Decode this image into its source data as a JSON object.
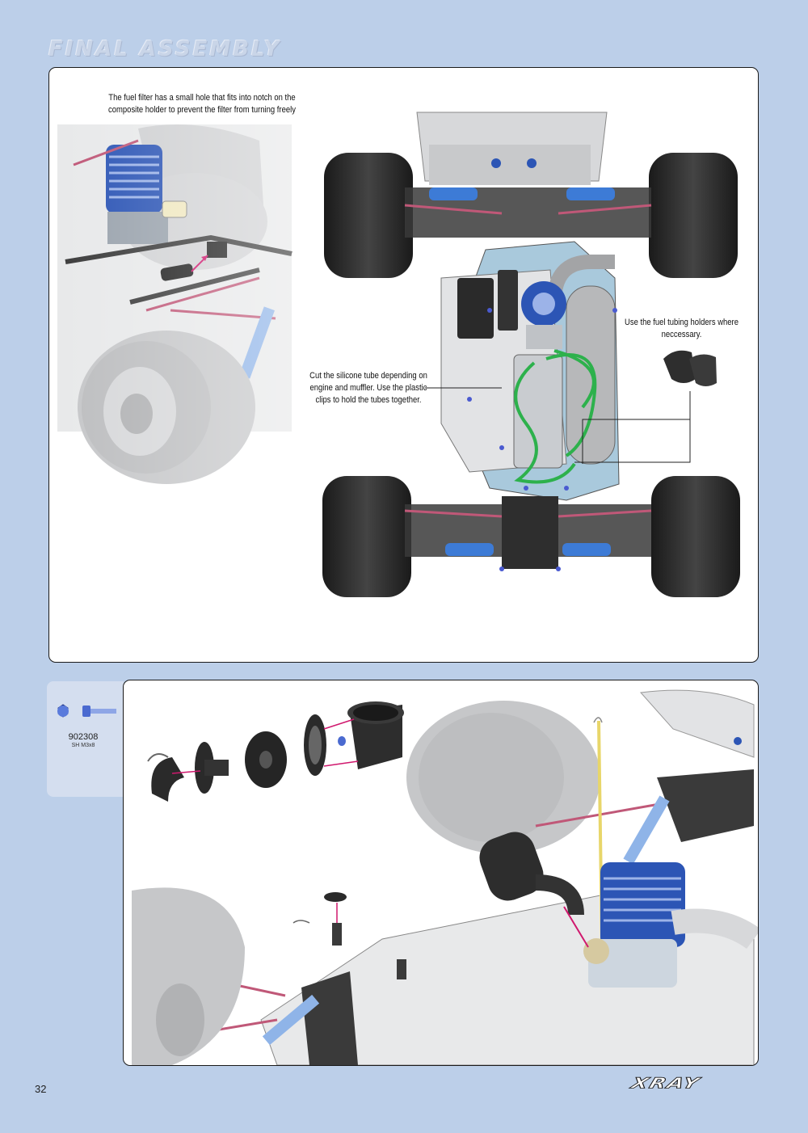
{
  "header": {
    "title": "FINAL ASSEMBLY"
  },
  "top_panel": {
    "callouts": {
      "fuel_filter": "The fuel filter has a small hole that fits into notch on the composite holder to prevent the filter from turning freely",
      "silicone_tube": "Cut the silicone tube depending on engine and muffler. Use the plastic clips to hold the tubes together.",
      "tubing_holders": "Use the fuel tubing holders where neccessary."
    }
  },
  "parts": [
    {
      "number": "902308",
      "description": "SH M3x8"
    }
  ],
  "footer": {
    "page_number": "32",
    "brand": "XRAY"
  },
  "colors": {
    "page_background": "#bccfe9",
    "panel_background": "#ffffff",
    "panel_border": "#1a1a1a",
    "engine_blue": "#2c55b5",
    "shock_blue": "#3d7bd6",
    "fuel_tube_green": "#2db14c",
    "link_pink": "#c05878",
    "arrow_magenta": "#d0186e",
    "tire_dark": "#2b2b2b",
    "tire_grey": "#c6c7c9",
    "chassis_lightblue": "#a9c9dc"
  }
}
